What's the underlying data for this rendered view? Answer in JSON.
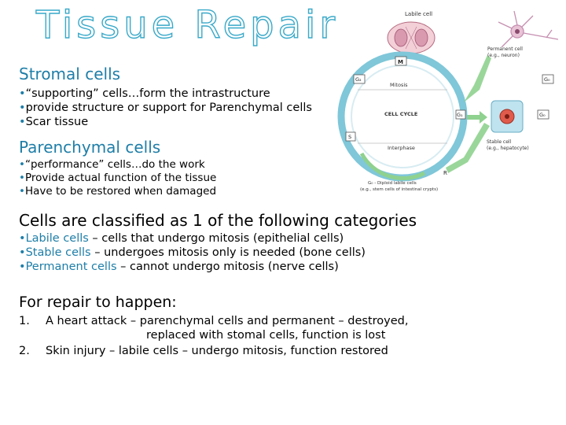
{
  "title": "Tissue Repair",
  "stromal": {
    "heading": "Stromal cells",
    "bullets": [
      "“supporting” cells…form the intrastructure",
      "provide structure or support for Parenchymal cells",
      "Scar tissue"
    ]
  },
  "parenchymal": {
    "heading": "Parenchymal cells",
    "bullets": [
      "“performance” cells…do the work",
      "Provide actual function of the tissue",
      "Have to be restored when damaged"
    ]
  },
  "categories": {
    "heading": "Cells are classified as 1 of the following categories",
    "items": [
      {
        "term": "Labile cells",
        "desc": " – cells that undergo mitosis (epithelial cells)"
      },
      {
        "term": "Stable cells",
        "desc": " – undergoes mitosis only is needed (bone cells)"
      },
      {
        "term": "Permanent cells",
        "desc": " – cannot undergo mitosis (nerve cells)"
      }
    ]
  },
  "repair": {
    "heading": "For repair to happen:",
    "items": [
      {
        "num": "1.",
        "line1": "A heart attack – parenchymal cells and permanent – destroyed,",
        "line2": "replaced with stomal cells, function is lost"
      },
      {
        "num": "2.",
        "line1": "Skin injury – labile cells – undergo mitosis, function restored"
      }
    ]
  },
  "diagram": {
    "labile": "Labile cell",
    "permanent_1": "Permanent cell",
    "permanent_2": "(e.g., neuron)",
    "stable_1": "Stable cell",
    "stable_2": "(e.g., hepatocyte)",
    "g0_1": "G₀ - Diploid labile cells",
    "g0_2": "(e.g., stem cells of intestinal crypts)",
    "mitosis": "Mitosis",
    "cycle": "CELL CYCLE",
    "interphase": "Interphase",
    "m": "M",
    "g2": "G₂",
    "s": "S",
    "g1": "G₁",
    "g0": "G₀",
    "r": "R",
    "colors": {
      "arrow": "#8fd18f",
      "ring": "#7fc7d9",
      "nucleus": "#e05b4b"
    }
  }
}
